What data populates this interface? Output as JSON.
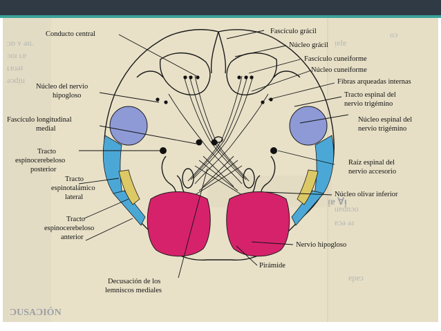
{
  "labels": {
    "conducto_central": "Conducto central",
    "fasciculo_gracil": "Fascículo grácil",
    "nucleo_gracil": "Núcleo grácil",
    "fasciculo_cuneiforme": "Fascículo cuneiforme",
    "nucleo_cuneiforme": "Núcleo cuneiforme",
    "fibras_arqueadas_1": "Fibras arqueadas internas",
    "tracto_espinal_trigemino_1": "Tracto espinal del",
    "tracto_espinal_trigemino_2": "nervio trigémino",
    "nucleo_espinal_trigemino_1": "Núcleo espinal del",
    "nucleo_espinal_trigemino_2": "nervio trigémino",
    "raiz_espinal_1": "Raíz espinal del",
    "raiz_espinal_2": "nervio accesorio",
    "nucleo_olivar": "Núcleo olivar inferior",
    "nervio_hipogloso": "Nervio hipogloso",
    "piramide": "Pirámide",
    "decusacion_1": "Decusación de los",
    "decusacion_2": "lemniscos mediales",
    "nucleo_hipogloso_1": "Núcleo del nervio",
    "nucleo_hipogloso_2": "hipogloso",
    "fasciculo_long_1": "Fascículo longitudinal",
    "fasciculo_long_2": "medial",
    "tracto_espinocer_post_1": "Tracto",
    "tracto_espinocer_post_2": "espinocerebeloso",
    "tracto_espinocer_post_3": "posterior",
    "tracto_espinotal_1": "Tracto",
    "tracto_espinotal_2": "espinotalámico",
    "tracto_espinotal_3": "lateral",
    "tracto_espinocer_ant_1": "Tracto",
    "tracto_espinocer_ant_2": "espinocerebeloso",
    "tracto_espinocer_ant_3": "anterior"
  },
  "colors": {
    "pyramid": "#d6226b",
    "trigeminal": "#8e9ad6",
    "spinocerebellar": "#4ba8d6",
    "spinothalamic": "#dcc865",
    "background": "#e8e1c8",
    "header": "#2f3a44",
    "accent": "#3aa39b"
  }
}
